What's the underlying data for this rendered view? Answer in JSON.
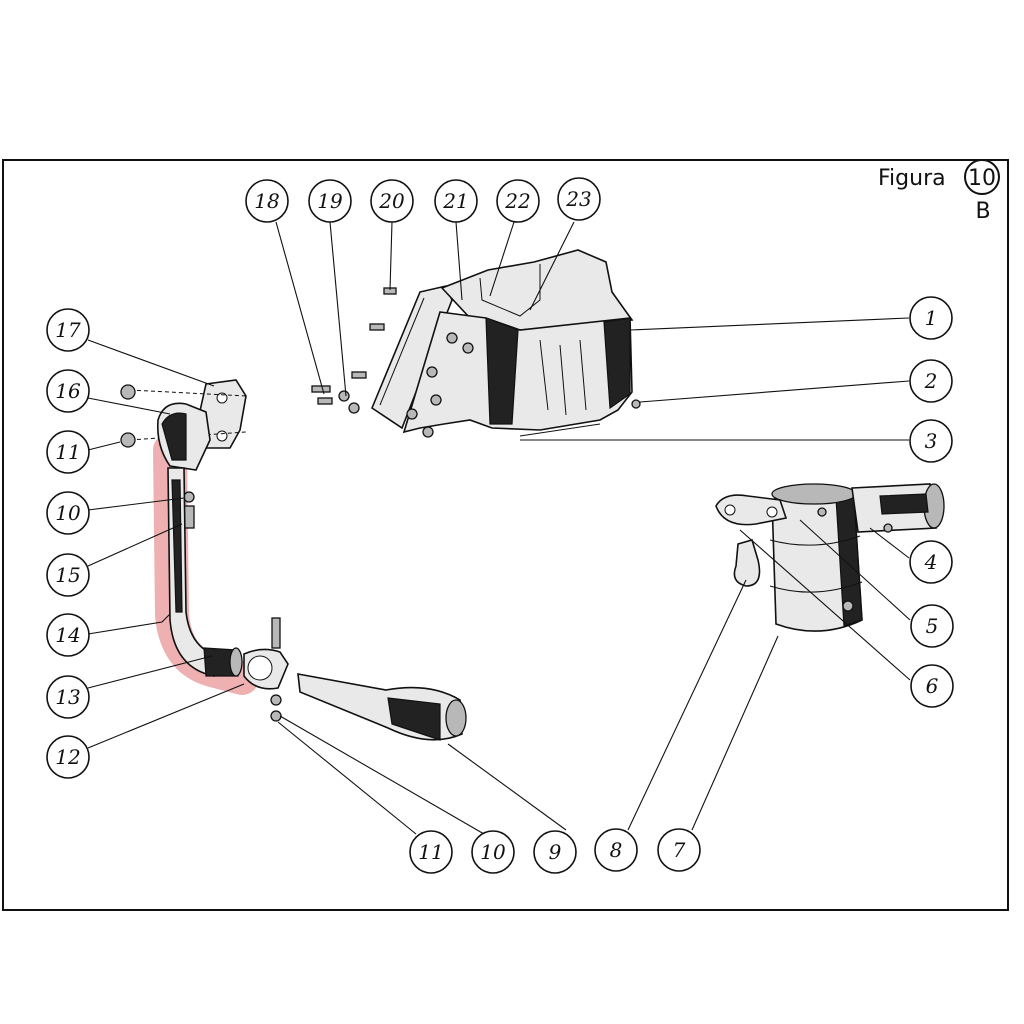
{
  "figure": {
    "label": "Figura",
    "number": "10",
    "suffix": "B"
  },
  "highlight_color": "#e07070",
  "callouts": [
    {
      "id": "c1",
      "text": "1",
      "highlighted": false
    },
    {
      "id": "c2",
      "text": "2",
      "highlighted": false
    },
    {
      "id": "c3",
      "text": "3",
      "highlighted": false
    },
    {
      "id": "c4",
      "text": "4",
      "highlighted": false
    },
    {
      "id": "c5",
      "text": "5",
      "highlighted": false
    },
    {
      "id": "c6",
      "text": "6",
      "highlighted": false
    },
    {
      "id": "c7",
      "text": "7",
      "highlighted": false
    },
    {
      "id": "c8",
      "text": "8",
      "highlighted": false
    },
    {
      "id": "c9",
      "text": "9",
      "highlighted": false
    },
    {
      "id": "c10b",
      "text": "10",
      "highlighted": false
    },
    {
      "id": "c11b",
      "text": "11",
      "highlighted": false
    },
    {
      "id": "c12",
      "text": "12",
      "highlighted": false
    },
    {
      "id": "c13",
      "text": "13",
      "highlighted": false
    },
    {
      "id": "c14",
      "text": "14",
      "highlighted": true
    },
    {
      "id": "c15",
      "text": "15",
      "highlighted": false
    },
    {
      "id": "c10a",
      "text": "10",
      "highlighted": false
    },
    {
      "id": "c11a",
      "text": "11",
      "highlighted": false
    },
    {
      "id": "c16",
      "text": "16",
      "highlighted": false
    },
    {
      "id": "c17",
      "text": "17",
      "highlighted": false
    },
    {
      "id": "c18",
      "text": "18",
      "highlighted": false
    },
    {
      "id": "c19",
      "text": "19",
      "highlighted": false
    },
    {
      "id": "c20",
      "text": "20",
      "highlighted": false
    },
    {
      "id": "c21",
      "text": "21",
      "highlighted": false
    },
    {
      "id": "c22",
      "text": "22",
      "highlighted": false
    },
    {
      "id": "c23",
      "text": "23",
      "highlighted": false
    }
  ]
}
